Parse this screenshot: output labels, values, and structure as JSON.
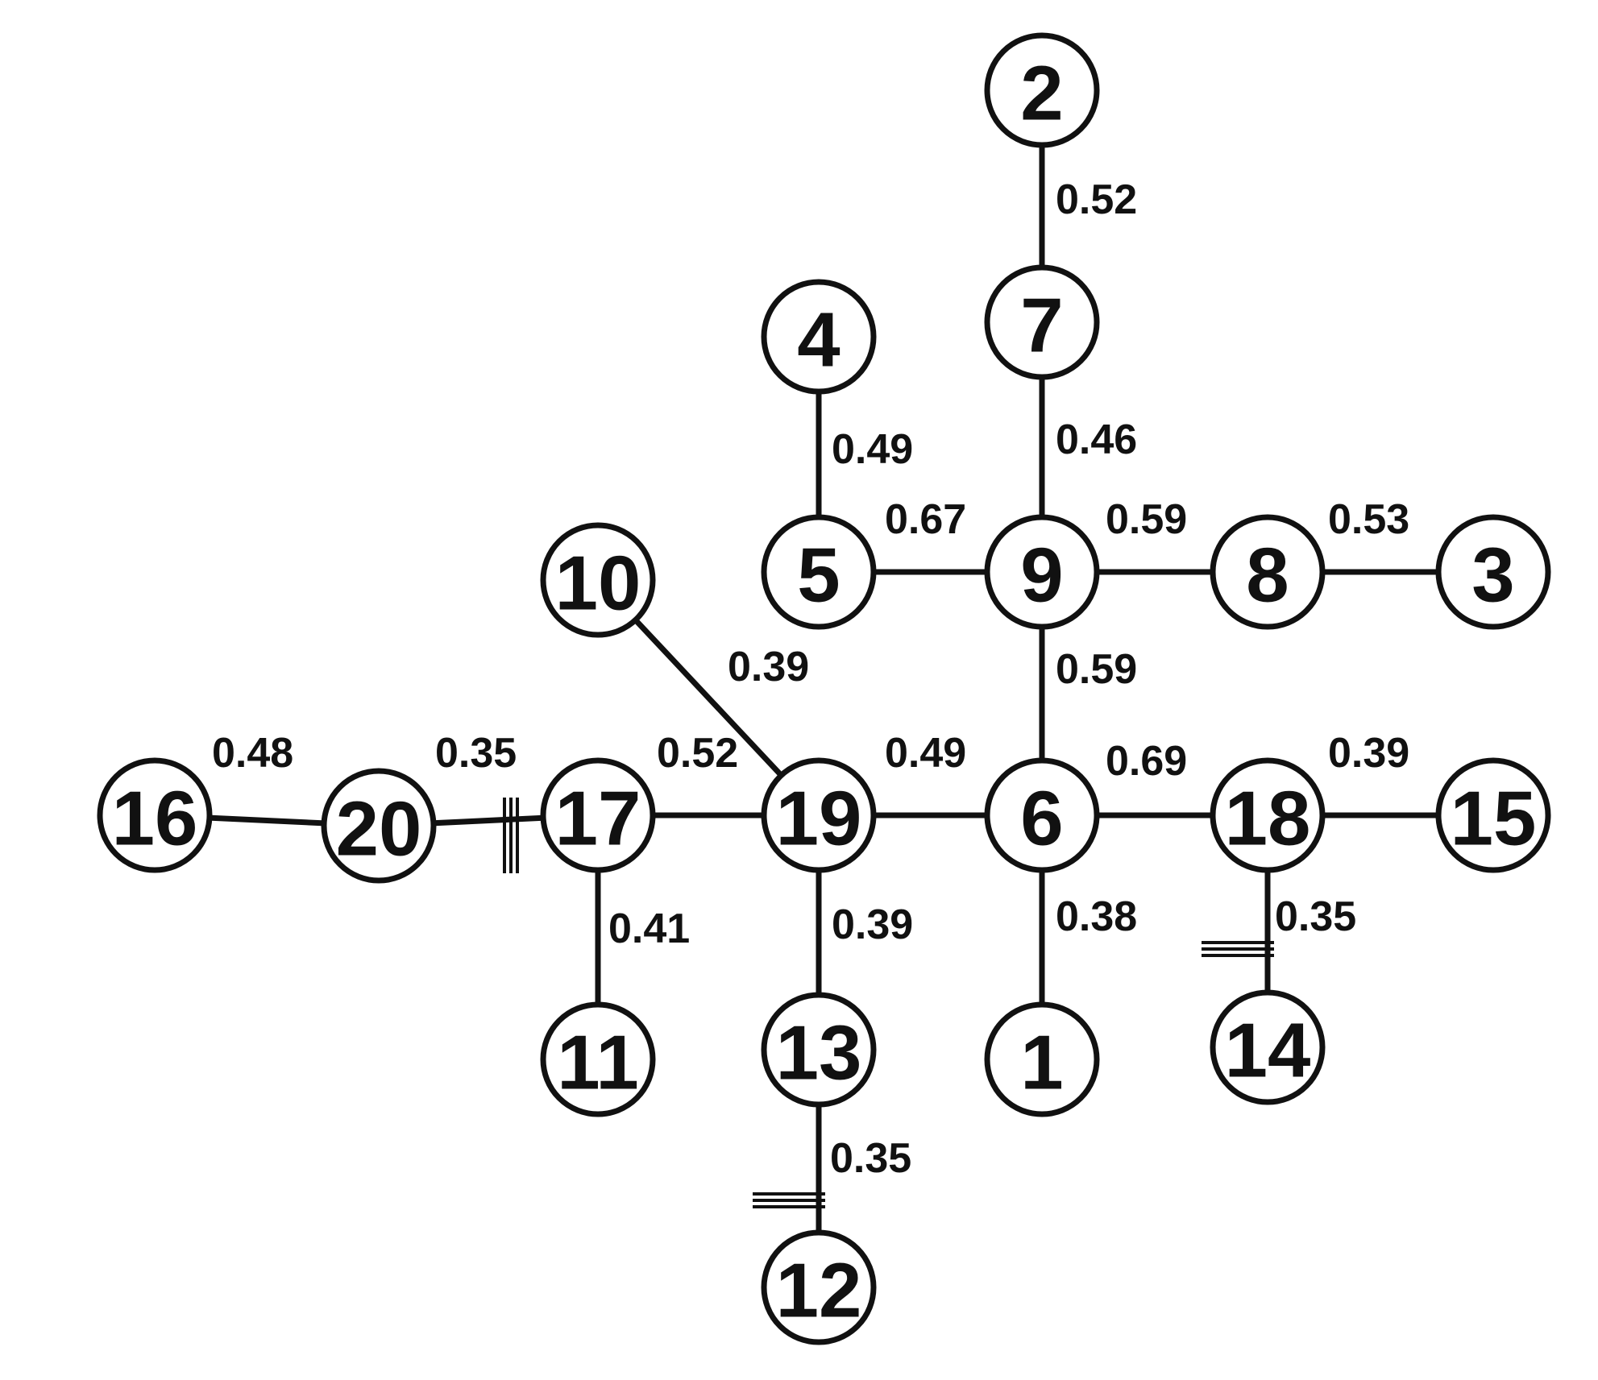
{
  "nodes": [
    "1",
    "2",
    "3",
    "4",
    "5",
    "6",
    "7",
    "8",
    "9",
    "10",
    "11",
    "12",
    "13",
    "14",
    "15",
    "16",
    "17",
    "18",
    "19",
    "20"
  ],
  "edges": [
    {
      "id": "e-2-7",
      "a": "2",
      "b": "7",
      "label": "0.52",
      "cut": false
    },
    {
      "id": "e-7-9",
      "a": "7",
      "b": "9",
      "label": "0.46",
      "cut": false
    },
    {
      "id": "e-4-5",
      "a": "4",
      "b": "5",
      "label": "0.49",
      "cut": false
    },
    {
      "id": "e-5-9",
      "a": "5",
      "b": "9",
      "label": "0.67",
      "cut": false
    },
    {
      "id": "e-9-8",
      "a": "9",
      "b": "8",
      "label": "0.59",
      "cut": false
    },
    {
      "id": "e-8-3",
      "a": "8",
      "b": "3",
      "label": "0.53",
      "cut": false
    },
    {
      "id": "e-9-6",
      "a": "9",
      "b": "6",
      "label": "0.59",
      "cut": false
    },
    {
      "id": "e-10-19",
      "a": "10",
      "b": "19",
      "label": "0.39",
      "cut": false
    },
    {
      "id": "e-16-20",
      "a": "16",
      "b": "20",
      "label": "0.48",
      "cut": false
    },
    {
      "id": "e-20-17",
      "a": "20",
      "b": "17",
      "label": "0.35",
      "cut": true
    },
    {
      "id": "e-17-19",
      "a": "17",
      "b": "19",
      "label": "0.52",
      "cut": false
    },
    {
      "id": "e-19-6",
      "a": "19",
      "b": "6",
      "label": "0.49",
      "cut": false
    },
    {
      "id": "e-6-18",
      "a": "6",
      "b": "18",
      "label": "0.69",
      "cut": false
    },
    {
      "id": "e-18-15",
      "a": "18",
      "b": "15",
      "label": "0.39",
      "cut": false
    },
    {
      "id": "e-17-11",
      "a": "17",
      "b": "11",
      "label": "0.41",
      "cut": false
    },
    {
      "id": "e-19-13",
      "a": "19",
      "b": "13",
      "label": "0.39",
      "cut": false
    },
    {
      "id": "e-6-1",
      "a": "6",
      "b": "1",
      "label": "0.38",
      "cut": false
    },
    {
      "id": "e-18-14",
      "a": "18",
      "b": "14",
      "label": "0.35",
      "cut": true
    },
    {
      "id": "e-13-12",
      "a": "13",
      "b": "12",
      "label": "0.35",
      "cut": true
    }
  ]
}
